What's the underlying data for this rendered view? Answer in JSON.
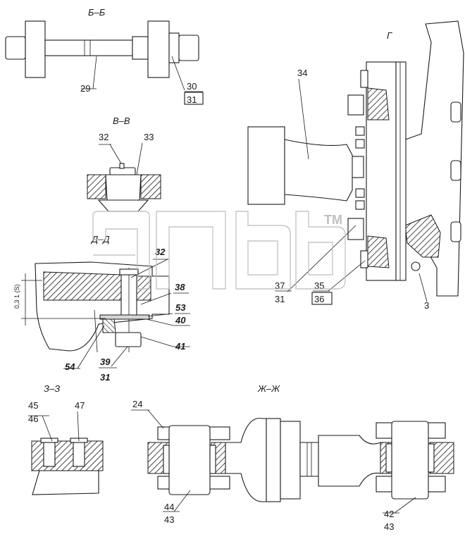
{
  "sections": {
    "bb": "Б–Б",
    "g": "Г",
    "vv": "В–В",
    "dd": "Д–Д",
    "zz": "З–З",
    "zhzh": "Ж–Ж"
  },
  "callouts": {
    "bb": [
      "29",
      "30",
      "31"
    ],
    "g": [
      "34",
      "37",
      "31",
      "35",
      "36",
      "3"
    ],
    "vv": [
      "32",
      "33"
    ],
    "dd": [
      "32",
      "38",
      "53",
      "40",
      "41",
      "54",
      "39",
      "31"
    ],
    "zz": [
      "45",
      "46",
      "47"
    ],
    "zhzh": [
      "24",
      "44",
      "43",
      "42",
      "43"
    ]
  },
  "dimension": {
    "label": "0,3 1 (S)"
  },
  "watermark": {
    "mark": "TM"
  }
}
